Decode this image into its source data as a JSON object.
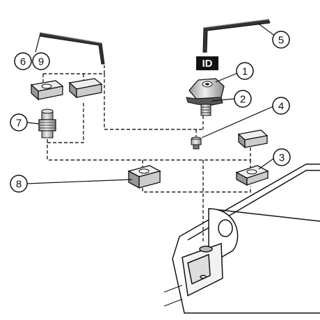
{
  "figure": {
    "id_label": "ID",
    "callouts": [
      {
        "key": "c1",
        "label": "1"
      },
      {
        "key": "c2",
        "label": "2"
      },
      {
        "key": "c3",
        "label": "3"
      },
      {
        "key": "c4",
        "label": "4"
      },
      {
        "key": "c5",
        "label": "5"
      },
      {
        "key": "c6",
        "label": "6"
      },
      {
        "key": "c7",
        "label": "7"
      },
      {
        "key": "c8",
        "label": "8"
      },
      {
        "key": "c9",
        "label": "9"
      }
    ]
  }
}
